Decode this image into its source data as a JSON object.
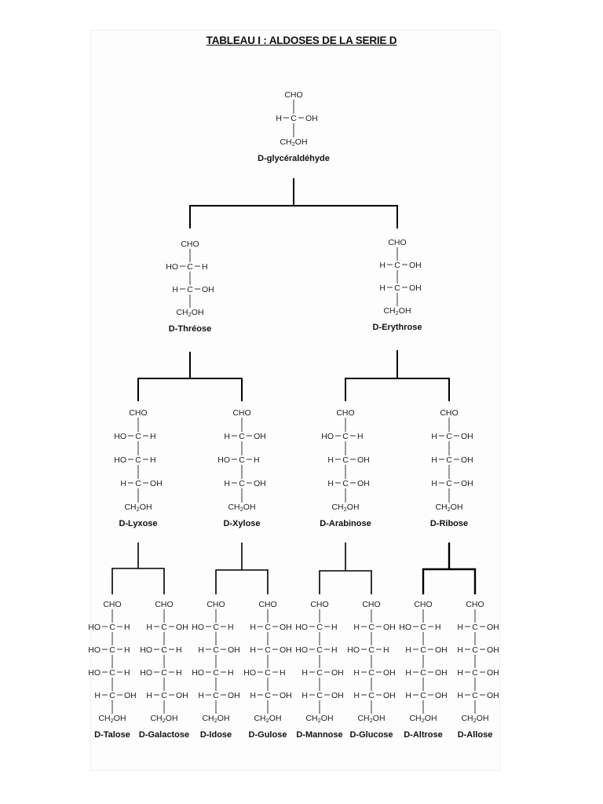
{
  "title": "TABLEAU I : ALDOSES DE LA SERIE D",
  "colors": {
    "left_oh": "#1010c8",
    "right_oh": "#e00000",
    "text": "#222222",
    "lines": "#000000"
  },
  "molecules": [
    {
      "id": "glyceraldehyde",
      "top": "CHO",
      "rows": [
        "R"
      ],
      "bottom": "CH2OH",
      "name": "D-glycéraldéhyde"
    },
    {
      "id": "threose",
      "top": "CHO",
      "rows": [
        "L",
        "R"
      ],
      "bottom": "CH2OH",
      "name": "D-Thréose"
    },
    {
      "id": "erythrose",
      "top": "CHO",
      "rows": [
        "R",
        "R"
      ],
      "bottom": "CH2OH",
      "name": "D-Erythrose"
    },
    {
      "id": "lyxose",
      "top": "CHO",
      "rows": [
        "L",
        "L",
        "R"
      ],
      "bottom": "CH2OH",
      "name": "D-Lyxose"
    },
    {
      "id": "xylose",
      "top": "CHO",
      "rows": [
        "R",
        "L",
        "R"
      ],
      "bottom": "CH2OH",
      "name": "D-Xylose"
    },
    {
      "id": "arabinose",
      "top": "CHO",
      "rows": [
        "L",
        "R",
        "R"
      ],
      "bottom": "CH2OH",
      "name": "D-Arabinose"
    },
    {
      "id": "ribose",
      "top": "CHO",
      "rows": [
        "R",
        "R",
        "R"
      ],
      "bottom": "CH2OH",
      "name": "D-Ribose"
    },
    {
      "id": "talose",
      "top": "CHO",
      "rows": [
        "L",
        "L",
        "L",
        "R"
      ],
      "bottom": "CH2OH",
      "name": "D-Talose"
    },
    {
      "id": "galactose",
      "top": "CHO",
      "rows": [
        "R",
        "L",
        "L",
        "R"
      ],
      "bottom": "CH2OH",
      "name": "D-Galactose"
    },
    {
      "id": "idose",
      "top": "CHO",
      "rows": [
        "L",
        "R",
        "L",
        "R"
      ],
      "bottom": "CH2OH",
      "name": "D-Idose"
    },
    {
      "id": "gulose",
      "top": "CHO",
      "rows": [
        "R",
        "R",
        "L",
        "R"
      ],
      "bottom": "CH2OH",
      "name": "D-Gulose"
    },
    {
      "id": "mannose",
      "top": "CHO",
      "rows": [
        "L",
        "L",
        "R",
        "R"
      ],
      "bottom": "CH2OH",
      "name": "D-Mannose"
    },
    {
      "id": "glucose",
      "top": "CHO",
      "rows": [
        "R",
        "L",
        "R",
        "R"
      ],
      "bottom": "CH2OH",
      "name": "D-Glucose"
    },
    {
      "id": "altrose",
      "top": "CHO",
      "rows": [
        "L",
        "R",
        "R",
        "R"
      ],
      "bottom": "CH2OH",
      "name": "D-Altrose"
    },
    {
      "id": "allose",
      "top": "CHO",
      "rows": [
        "R",
        "R",
        "R",
        "R"
      ],
      "bottom": "CH2OH",
      "name": "D-Allose"
    }
  ],
  "chart_data": {
    "type": "tree",
    "title": "TABLEAU I : ALDOSES DE LA SERIE D",
    "nodes": [
      "D-glycéraldéhyde",
      "D-Thréose",
      "D-Erythrose",
      "D-Lyxose",
      "D-Xylose",
      "D-Arabinose",
      "D-Ribose",
      "D-Talose",
      "D-Galactose",
      "D-Idose",
      "D-Gulose",
      "D-Mannose",
      "D-Glucose",
      "D-Altrose",
      "D-Allose"
    ],
    "edges": [
      [
        "D-glycéraldéhyde",
        "D-Thréose"
      ],
      [
        "D-glycéraldéhyde",
        "D-Erythrose"
      ],
      [
        "D-Thréose",
        "D-Lyxose"
      ],
      [
        "D-Thréose",
        "D-Xylose"
      ],
      [
        "D-Erythrose",
        "D-Arabinose"
      ],
      [
        "D-Erythrose",
        "D-Ribose"
      ],
      [
        "D-Lyxose",
        "D-Talose"
      ],
      [
        "D-Lyxose",
        "D-Galactose"
      ],
      [
        "D-Xylose",
        "D-Idose"
      ],
      [
        "D-Xylose",
        "D-Gulose"
      ],
      [
        "D-Arabinose",
        "D-Mannose"
      ],
      [
        "D-Arabinose",
        "D-Glucose"
      ],
      [
        "D-Ribose",
        "D-Altrose"
      ],
      [
        "D-Ribose",
        "D-Allose"
      ]
    ]
  }
}
